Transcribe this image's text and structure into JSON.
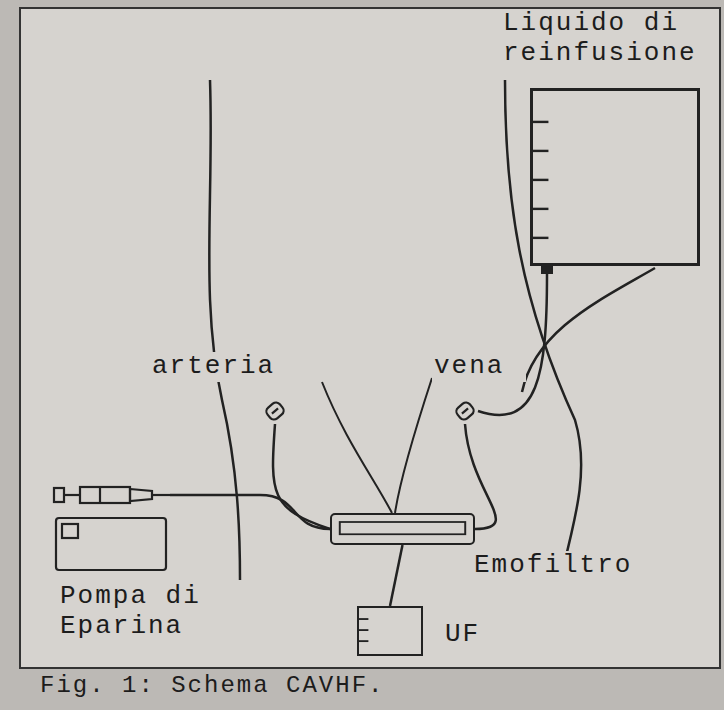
{
  "diagram": {
    "caption": "Fig. 1: Schema CAVHF.",
    "nodes": [
      {
        "text": [
          "Liquido di reinfusione"
        ]
      },
      {
        "text": [
          "arteria"
        ]
      },
      {
        "text": [
          "vena"
        ]
      },
      {
        "text": [
          "Pompa di Eparina"
        ]
      },
      {
        "text": [
          "Emofiltro"
        ]
      },
      {
        "text": [
          "UF"
        ]
      }
    ],
    "edges": [
      {
        "from": 1,
        "to": 4,
        "arrow": "none"
      },
      {
        "from": 3,
        "to": 4,
        "arrow": "none"
      },
      {
        "from": 4,
        "to": 2,
        "arrow": "none"
      },
      {
        "from": 0,
        "to": 2,
        "arrow": "none"
      },
      {
        "from": 4,
        "to": 5,
        "arrow": "none"
      }
    ]
  }
}
